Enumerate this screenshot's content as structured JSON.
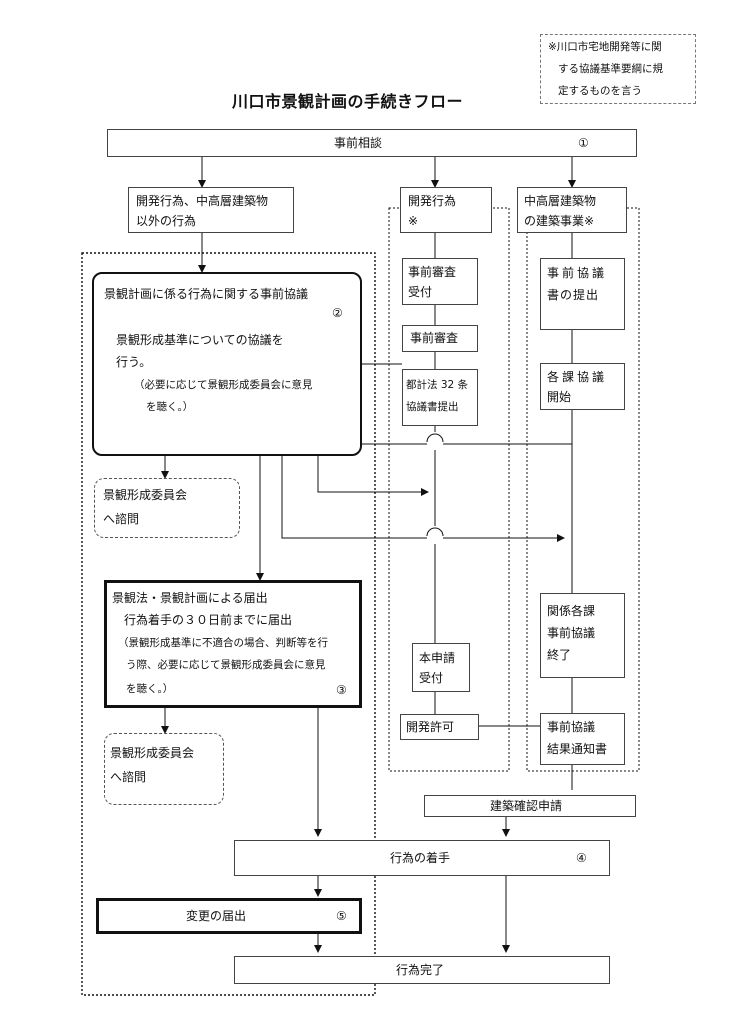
{
  "title": "川口市景観計画の手続きフロー",
  "note": {
    "line1": "※川口市宅地開発等に関",
    "line2": "する協議基準要綱に規",
    "line3": "定するものを言う"
  },
  "prior_consultation": {
    "label": "事前相談",
    "num": "①"
  },
  "other_acts": {
    "line1": "開発行為、中高層建築物",
    "line2": "以外の行為"
  },
  "development": {
    "header1": "開発行為",
    "header2": "※",
    "prereview_accept1": "事前審査",
    "prereview_accept2": "受付",
    "prereview": "事前審査",
    "art32_1": "都計法 32 条",
    "art32_2": "協議書提出",
    "main_app1": "本申請",
    "main_app2": "受付",
    "permit": "開発許可"
  },
  "highrise": {
    "header1": "中高層建築物",
    "header2": "の建築事業※",
    "submit1": "事前協議",
    "submit2": "書の提出",
    "start1": "各課協議",
    "start2": "開始",
    "done1": "関係各課",
    "done2": "事前協議",
    "done3": "終了",
    "notice1": "事前協議",
    "notice2": "結果通知書"
  },
  "landscape_consult": {
    "title": "景観計画に係る行為に関する事前協議",
    "num": "②",
    "line1": "景観形成基準についての協議を",
    "line2": "行う。",
    "line3": "（必要に応じて景観形成委員会に意見",
    "line4": "を聴く。）"
  },
  "committee1": {
    "line1": "景観形成委員会",
    "line2": "へ諮問"
  },
  "notification": {
    "line1": "景観法・景観計画による届出",
    "line2": "行為着手の３０日前までに届出",
    "line3": "（景観形成基準に不適合の場合、判断等を行",
    "line4": "う際、必要に応じて景観形成委員会に意見",
    "line5": "を聴く。）",
    "num": "③"
  },
  "committee2": {
    "line1": "景観形成委員会",
    "line2": "へ諮問"
  },
  "building_confirm": "建築確認申請",
  "start_of_act": {
    "label": "行為の着手",
    "num": "④"
  },
  "change_notice": {
    "label": "変更の届出",
    "num": "⑤"
  },
  "completion": "行為完了"
}
